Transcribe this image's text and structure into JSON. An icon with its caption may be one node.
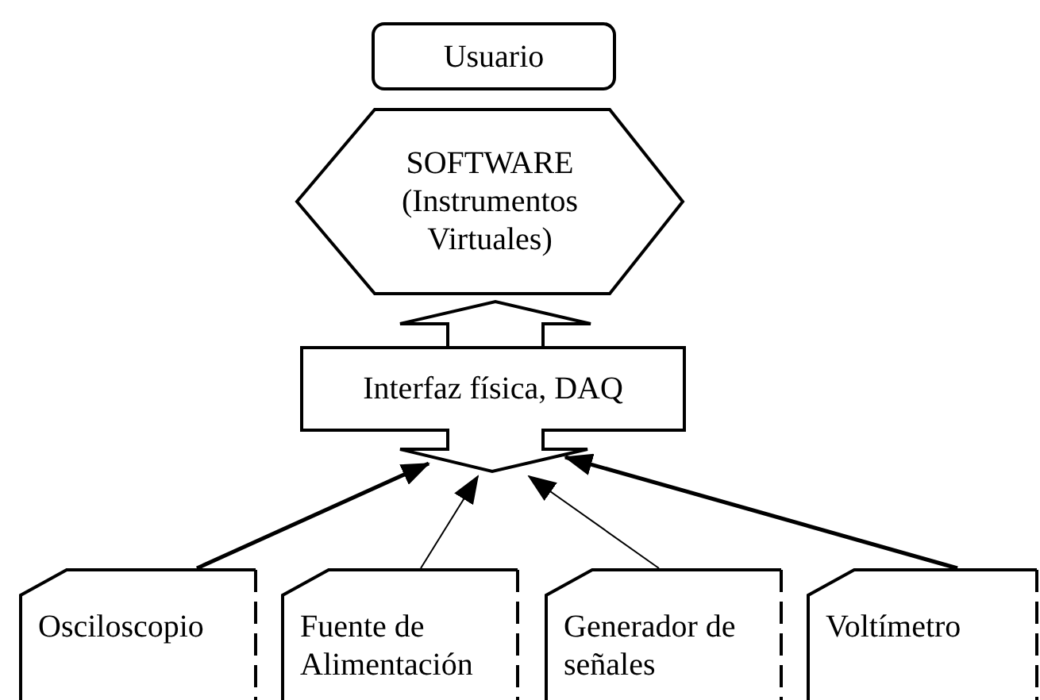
{
  "diagram": {
    "nodes": [
      {
        "text": [
          "Usuario"
        ]
      },
      {
        "text": [
          "SOFTWARE (Instrumentos Virtuales)"
        ]
      },
      {
        "text": [
          "Interfaz física, DAQ"
        ]
      },
      {
        "text": [
          "Osciloscopio"
        ]
      },
      {
        "text": [
          "Fuente de Alimentación"
        ]
      },
      {
        "text": [
          "Generador de señales"
        ]
      },
      {
        "text": [
          "Voltímetro"
        ]
      }
    ],
    "edges": [
      {
        "from": 2,
        "to": 1,
        "arrow": "to"
      },
      {
        "from": 3,
        "to": 2,
        "arrow": "to",
        "style": "thick"
      },
      {
        "from": 4,
        "to": 2,
        "arrow": "to"
      },
      {
        "from": 5,
        "to": 2,
        "arrow": "to"
      },
      {
        "from": 6,
        "to": 2,
        "arrow": "to",
        "style": "thick"
      }
    ]
  }
}
